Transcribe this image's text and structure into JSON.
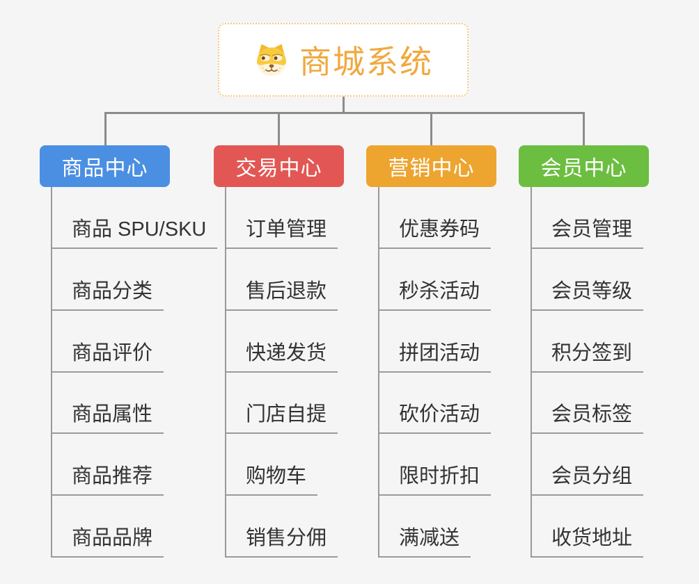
{
  "root": {
    "label": "商城系统",
    "icon": "dog-logo-icon",
    "text_color": "#F0A93F",
    "border_color": "#F5CA7B"
  },
  "branches": [
    {
      "label": "商品中心",
      "color": "#4B8FE2",
      "children": [
        "商品 SPU/SKU",
        "商品分类",
        "商品评价",
        "商品属性",
        "商品推荐",
        "商品品牌"
      ]
    },
    {
      "label": "交易中心",
      "color": "#E25754",
      "children": [
        "订单管理",
        "售后退款",
        "快递发货",
        "门店自提",
        "购物车",
        "销售分佣"
      ]
    },
    {
      "label": "营销中心",
      "color": "#EDA530",
      "children": [
        "优惠券码",
        "秒杀活动",
        "拼团活动",
        "砍价活动",
        "限时折扣",
        "满减送"
      ]
    },
    {
      "label": "会员中心",
      "color": "#6CBE40",
      "children": [
        "会员管理",
        "会员等级",
        "积分签到",
        "会员标签",
        "会员分组",
        "收货地址"
      ]
    }
  ],
  "colors": {
    "background": "#F5F5F6",
    "connector": "#8B8B8B",
    "leaf_line": "#9A9A9A",
    "leaf_text": "#333333",
    "node_text": "#FFFFFF"
  }
}
